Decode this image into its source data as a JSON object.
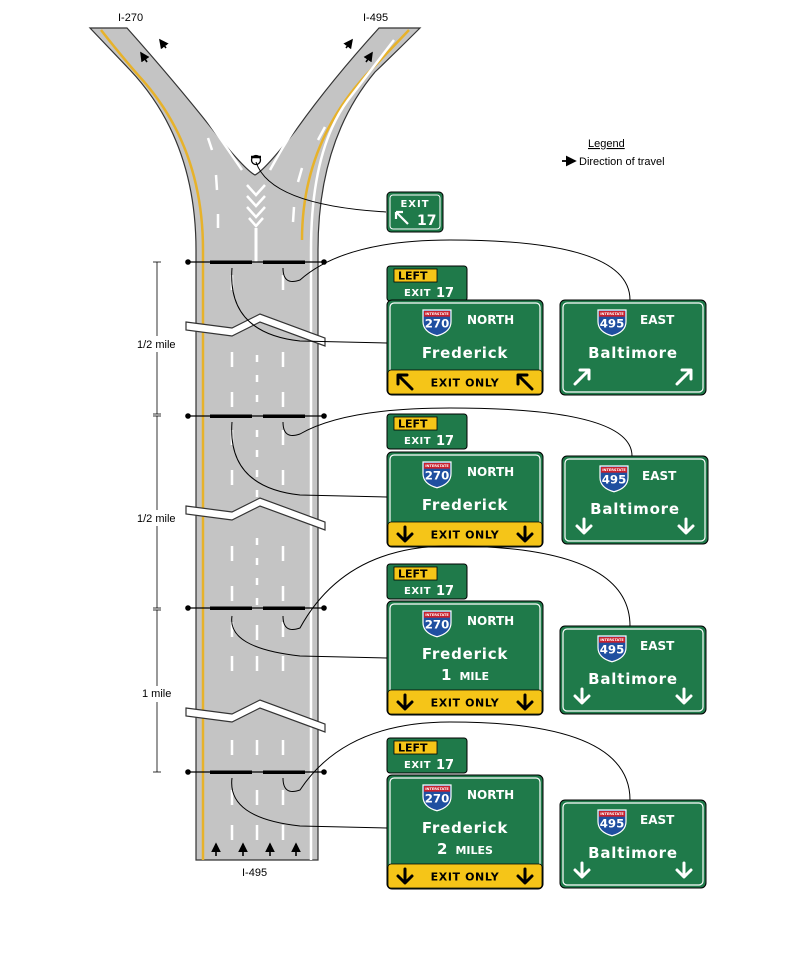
{
  "labels": {
    "top_left_route": "I-270",
    "top_right_route": "I-495",
    "bottom_route": "I-495",
    "legend_title": "Legend",
    "legend_item": "Direction of travel"
  },
  "distances": [
    "1/2 mile",
    "1/2 mile",
    "1 mile"
  ],
  "gore_sign": {
    "exit_word": "EXIT",
    "exit_number": "17"
  },
  "sign_groups": [
    {
      "tab_left": "LEFT",
      "tab_exit": "EXIT",
      "tab_number": "17",
      "left_sign": {
        "shield": "270",
        "shield_cap": "INTERSTATE",
        "direction": "NORTH",
        "destination": "Frederick",
        "distance_num": "",
        "distance_unit": "",
        "panel_text": "EXIT ONLY",
        "arrow": "up-left"
      },
      "right_sign": {
        "shield": "495",
        "shield_cap": "INTERSTATE",
        "direction": "EAST",
        "destination": "Baltimore",
        "arrow": "up-right"
      }
    },
    {
      "tab_left": "LEFT",
      "tab_exit": "EXIT",
      "tab_number": "17",
      "left_sign": {
        "shield": "270",
        "shield_cap": "INTERSTATE",
        "direction": "NORTH",
        "destination": "Frederick",
        "distance_num": "",
        "distance_unit": "",
        "panel_text": "EXIT ONLY",
        "arrow": "down"
      },
      "right_sign": {
        "shield": "495",
        "shield_cap": "INTERSTATE",
        "direction": "EAST",
        "destination": "Baltimore",
        "arrow": "down"
      }
    },
    {
      "tab_left": "LEFT",
      "tab_exit": "EXIT",
      "tab_number": "17",
      "left_sign": {
        "shield": "270",
        "shield_cap": "INTERSTATE",
        "direction": "NORTH",
        "destination": "Frederick",
        "distance_num": "1",
        "distance_unit": "MILE",
        "panel_text": "EXIT ONLY",
        "arrow": "down"
      },
      "right_sign": {
        "shield": "495",
        "shield_cap": "INTERSTATE",
        "direction": "EAST",
        "destination": "Baltimore",
        "arrow": "down"
      }
    },
    {
      "tab_left": "LEFT",
      "tab_exit": "EXIT",
      "tab_number": "17",
      "left_sign": {
        "shield": "270",
        "shield_cap": "INTERSTATE",
        "direction": "NORTH",
        "destination": "Frederick",
        "distance_num": "2",
        "distance_unit": "MILES",
        "panel_text": "EXIT ONLY",
        "arrow": "down"
      },
      "right_sign": {
        "shield": "495",
        "shield_cap": "INTERSTATE",
        "direction": "EAST",
        "destination": "Baltimore",
        "arrow": "down"
      }
    }
  ],
  "colors": {
    "sign_green": "#1f7a4a",
    "exit_only_yellow": "#f5c518",
    "pavement": "#c4c4c4",
    "edge_yellow": "#e7b22a",
    "shield_blue": "#1f4fa0",
    "shield_red": "#c8202d"
  }
}
